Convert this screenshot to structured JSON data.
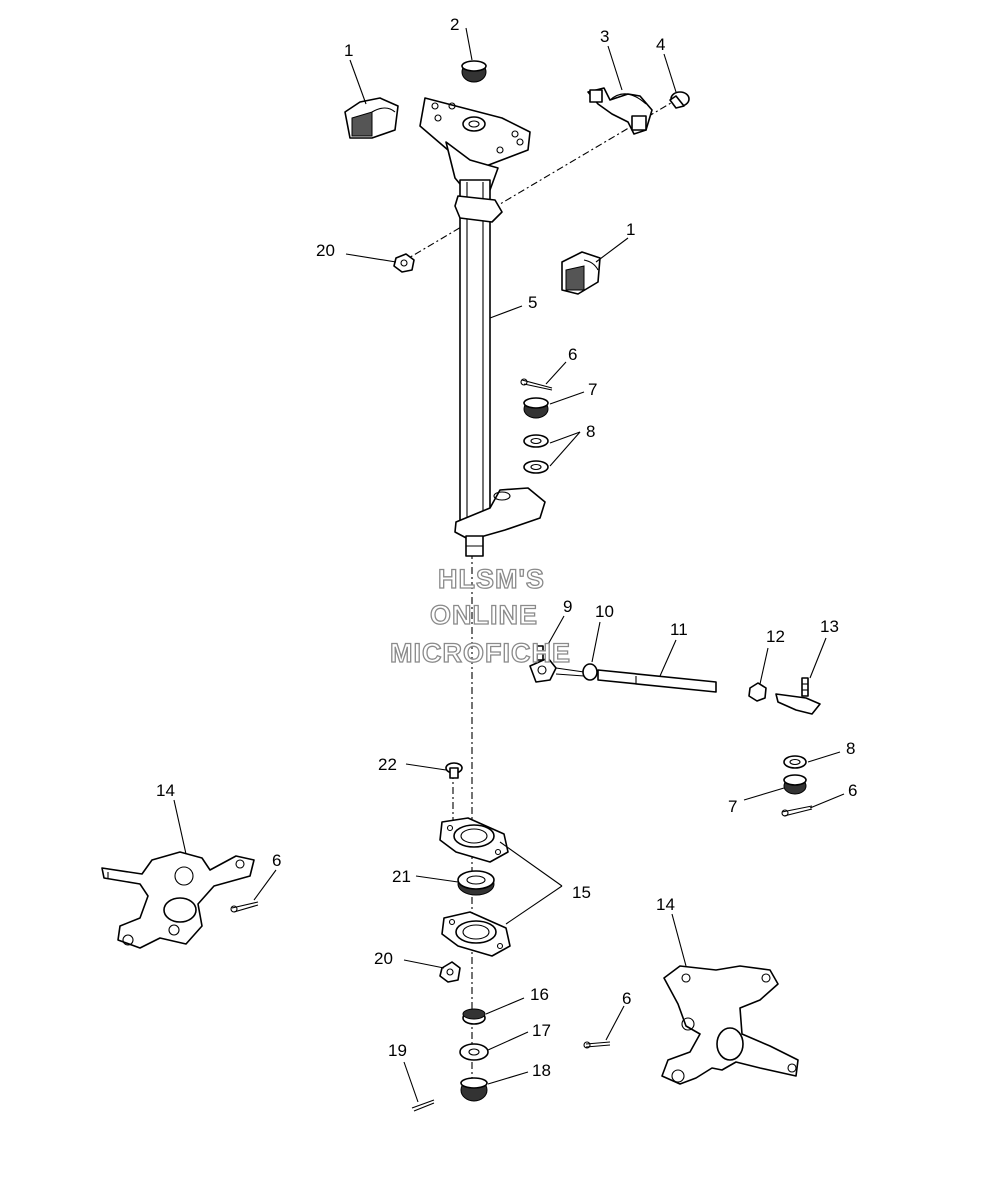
{
  "watermark": [
    "HLSM'S",
    "ONLINE",
    "MICROFICHE"
  ],
  "callouts": {
    "c1a": "1",
    "c1b": "1",
    "c2": "2",
    "c3": "3",
    "c4": "4",
    "c5": "5",
    "c6a": "6",
    "c6b": "6",
    "c6c": "6",
    "c6d": "6",
    "c7a": "7",
    "c7b": "7",
    "c8a": "8",
    "c8b": "8",
    "c9": "9",
    "c10": "10",
    "c11": "11",
    "c12": "12",
    "c13": "13",
    "c14a": "14",
    "c14b": "14",
    "c15": "15",
    "c16": "16",
    "c17": "17",
    "c18": "18",
    "c19": "19",
    "c20a": "20",
    "c20b": "20",
    "c21": "21",
    "c22": "22"
  }
}
